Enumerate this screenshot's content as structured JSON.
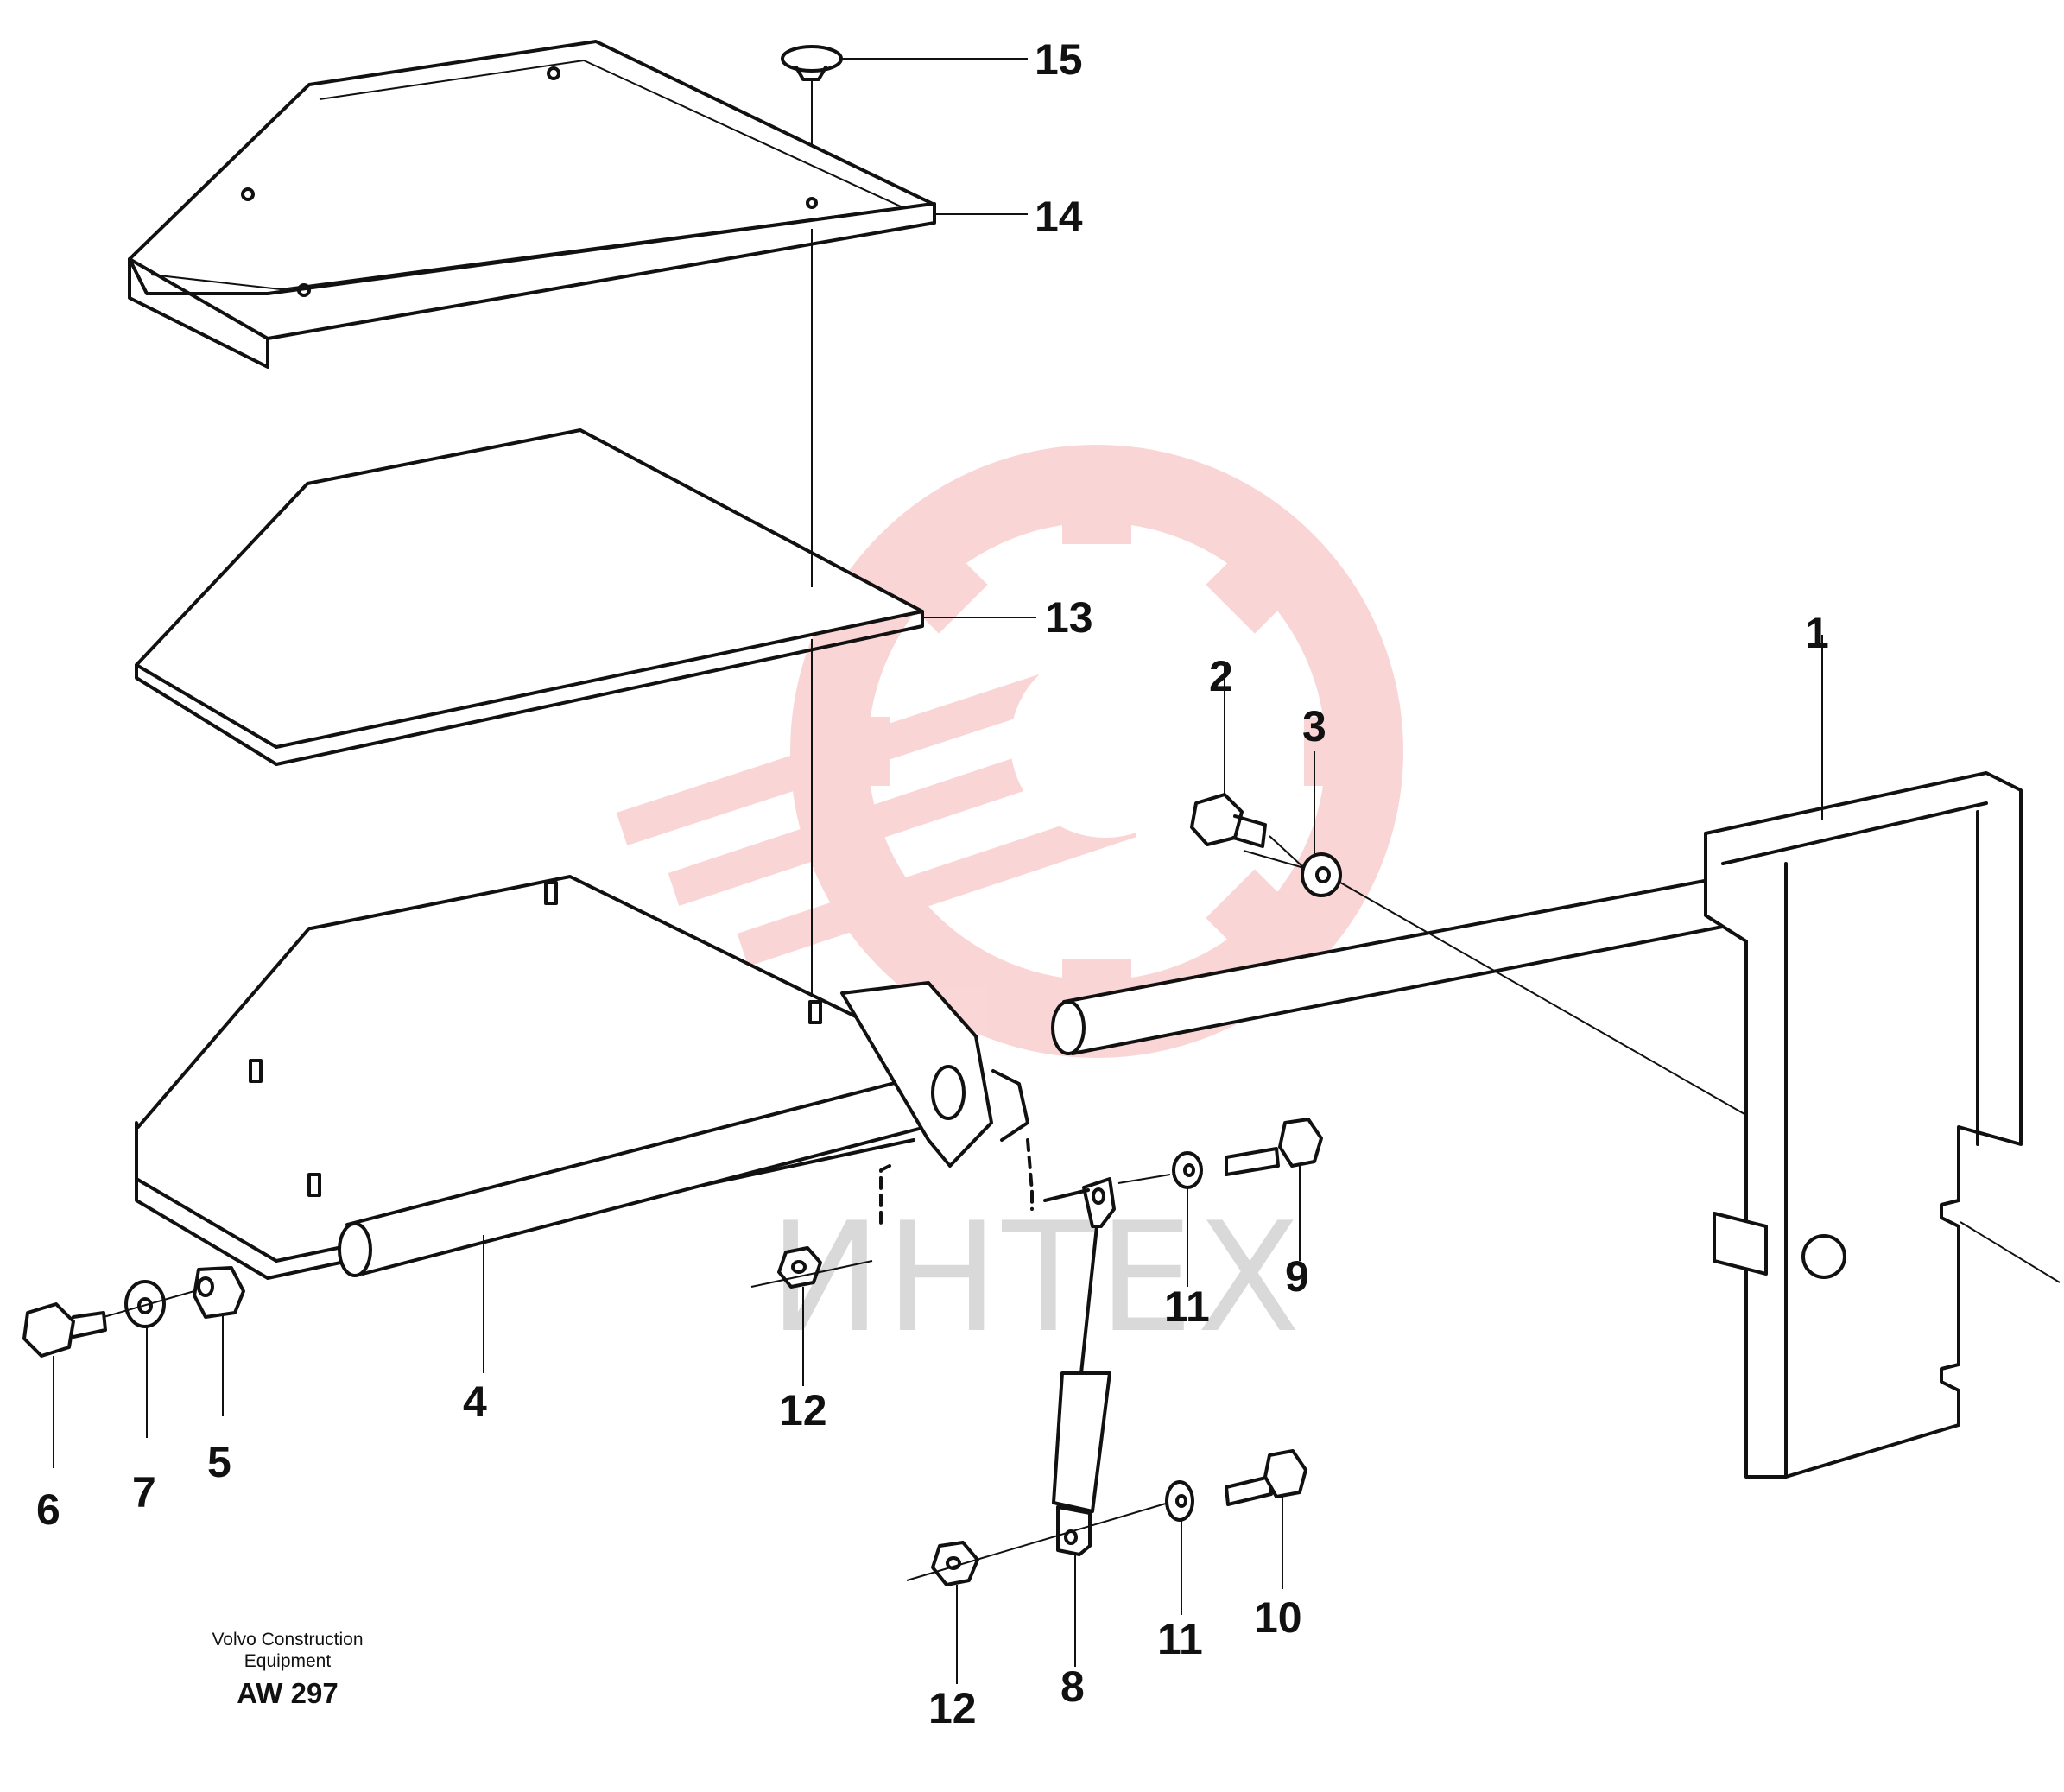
{
  "caption": {
    "line1": "Volvo Construction",
    "line2": "Equipment",
    "code": "AW 297"
  },
  "watermark": {
    "text": "ИНТЕХ",
    "color": "#f4a3a3"
  },
  "callouts": [
    {
      "id": "1",
      "label": "1"
    },
    {
      "id": "2",
      "label": "2"
    },
    {
      "id": "3",
      "label": "3"
    },
    {
      "id": "4",
      "label": "4"
    },
    {
      "id": "5",
      "label": "5"
    },
    {
      "id": "6",
      "label": "6"
    },
    {
      "id": "7",
      "label": "7"
    },
    {
      "id": "8",
      "label": "8"
    },
    {
      "id": "9",
      "label": "9"
    },
    {
      "id": "10",
      "label": "10"
    },
    {
      "id": "11a",
      "label": "11"
    },
    {
      "id": "11b",
      "label": "11"
    },
    {
      "id": "12a",
      "label": "12"
    },
    {
      "id": "12b",
      "label": "12"
    },
    {
      "id": "13",
      "label": "13"
    },
    {
      "id": "14",
      "label": "14"
    },
    {
      "id": "15",
      "label": "15"
    }
  ]
}
